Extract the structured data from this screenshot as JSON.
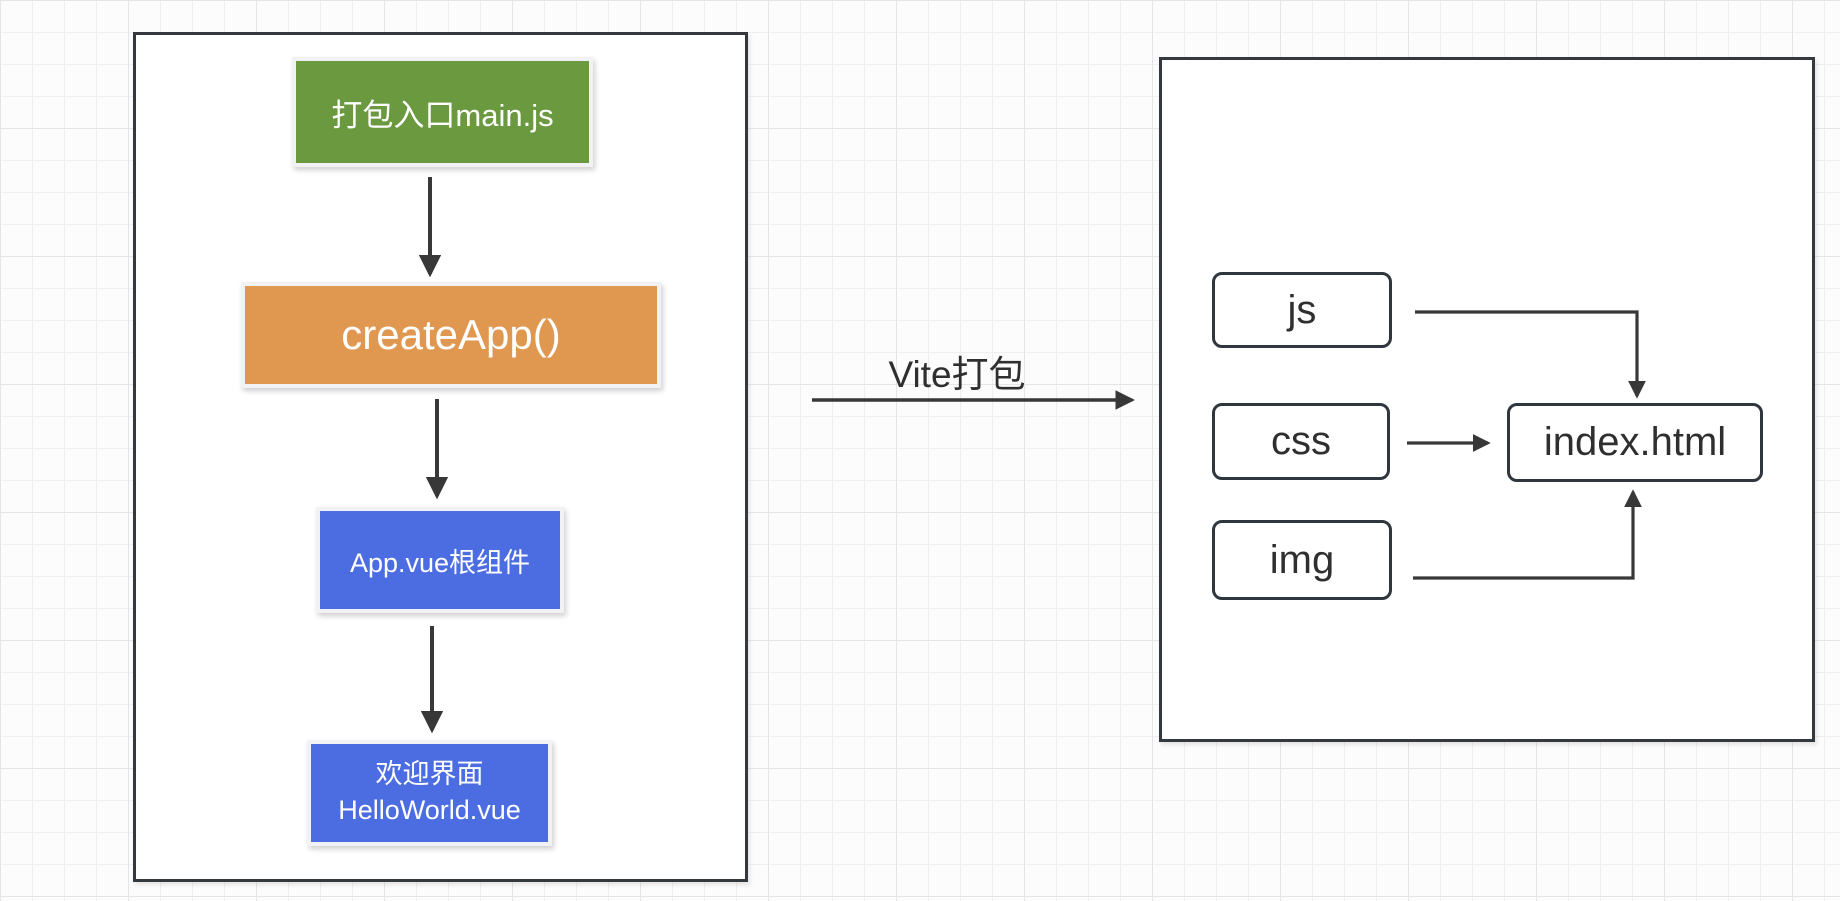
{
  "diagram": {
    "source_panel": {
      "nodes": {
        "entry": {
          "label": "打包入口main.js"
        },
        "createapp": {
          "label": "createApp()"
        },
        "approot": {
          "label": "App.vue根组件"
        },
        "welcome": {
          "label_line1": "欢迎界面",
          "label_line2": "HelloWorld.vue"
        }
      }
    },
    "transform_arrow": {
      "label": "Vite打包"
    },
    "output_panel": {
      "nodes": {
        "js": {
          "label": "js"
        },
        "css": {
          "label": "css"
        },
        "img": {
          "label": "img"
        },
        "index": {
          "label": "index.html"
        }
      }
    },
    "colors": {
      "green_fill": "#6b9940",
      "orange_fill": "#e0974f",
      "blue_fill": "#4c6de2",
      "stroke_dark": "#33393f",
      "arrow_color": "#383838",
      "label_text": "#2f2f2f",
      "node_text": "#ffffff",
      "panel_bg": "#ffffff",
      "canvas_bg": "#fcfcfd",
      "grid_minor": "#efeff1",
      "grid_major": "#e3e5e7"
    }
  }
}
